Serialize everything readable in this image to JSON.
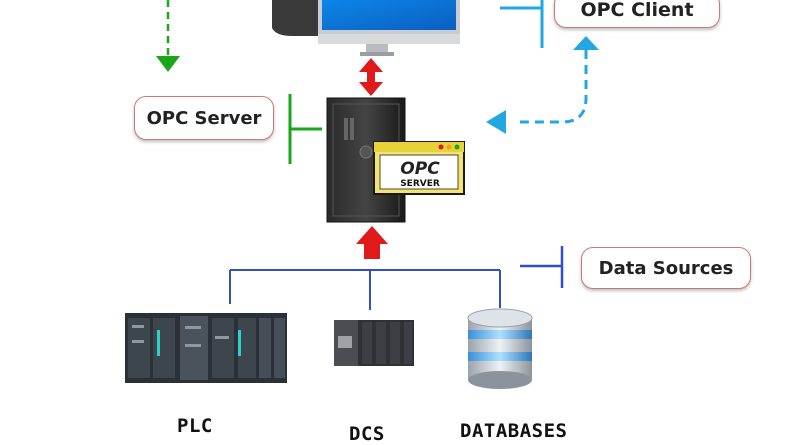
{
  "labels": {
    "opc_client": "OPC Client",
    "opc_server": "OPC Server",
    "data_sources": "Data Sources"
  },
  "server_badge": {
    "logo": "OPC",
    "text": "SERVER"
  },
  "sources": {
    "plc": "PLC",
    "dcs": "DCS",
    "databases": "DATABASES"
  },
  "colors": {
    "green": "#1aa61a",
    "blue": "#22a7e0",
    "dark_blue": "#2f4fc8",
    "red": "#e0191b",
    "box_border": "#c97a72"
  }
}
